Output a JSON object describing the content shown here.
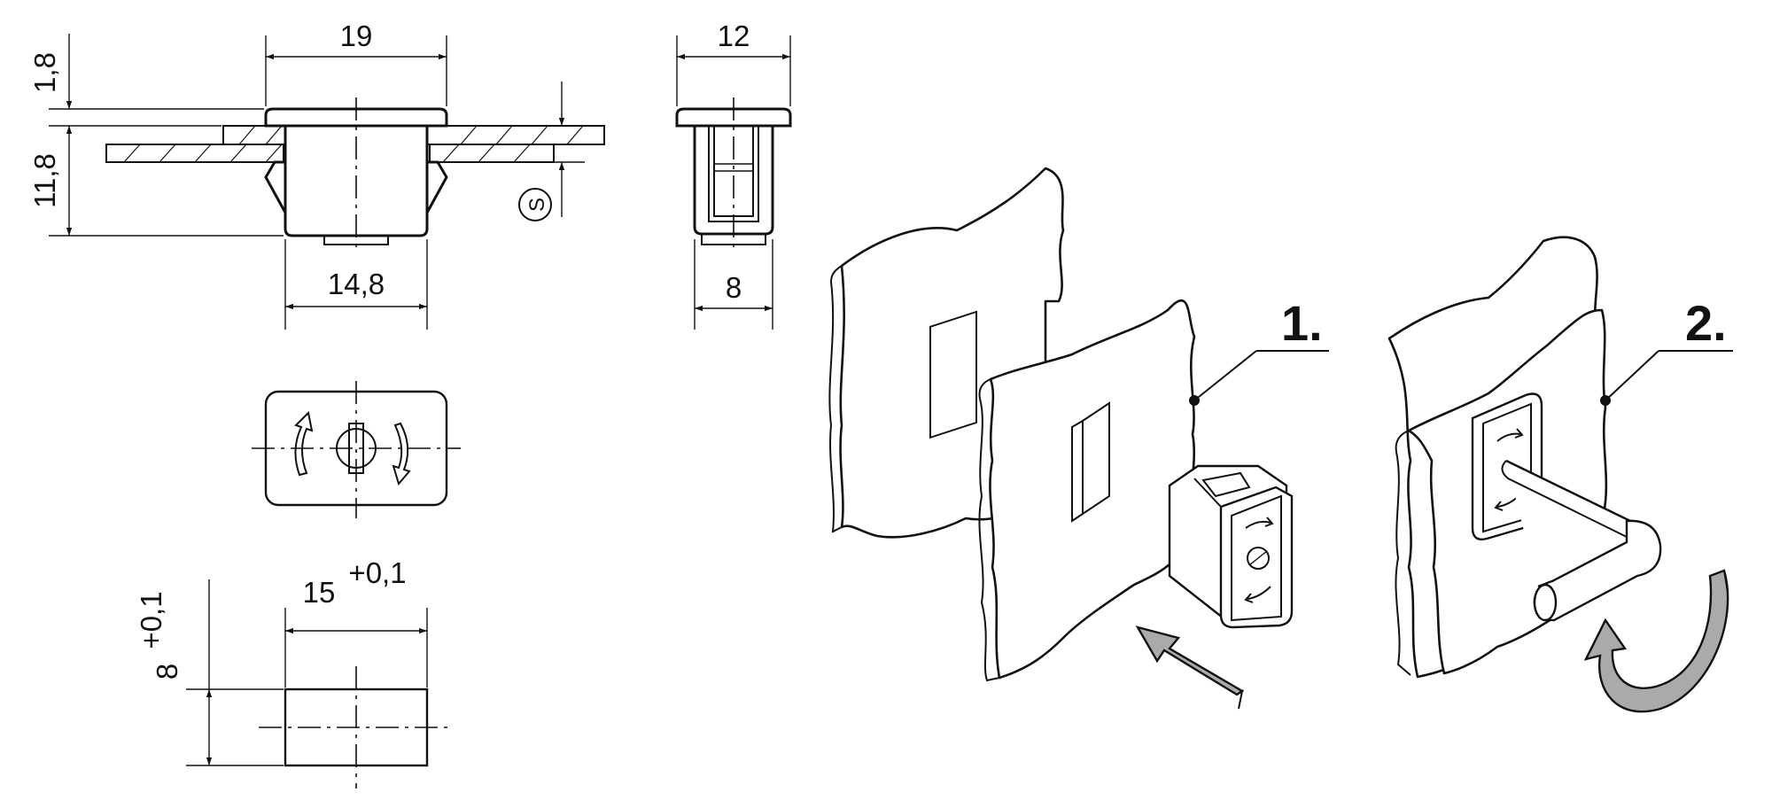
{
  "dimensions": {
    "top_width": "19",
    "body_width": "14,8",
    "cap_thickness": "1,8",
    "height": "11,8",
    "side_width": "12",
    "side_body_width": "8",
    "sheet_thickness_symbol": "S",
    "cutout_width": "15",
    "cutout_width_tolerance": "+0,1",
    "cutout_height": "8",
    "cutout_height_tolerance": "+0,1"
  },
  "steps": {
    "step1": "1.",
    "step2": "2."
  },
  "colors": {
    "line": "#111111",
    "arrow_fill": "#aaaaaa",
    "background": "#ffffff"
  }
}
